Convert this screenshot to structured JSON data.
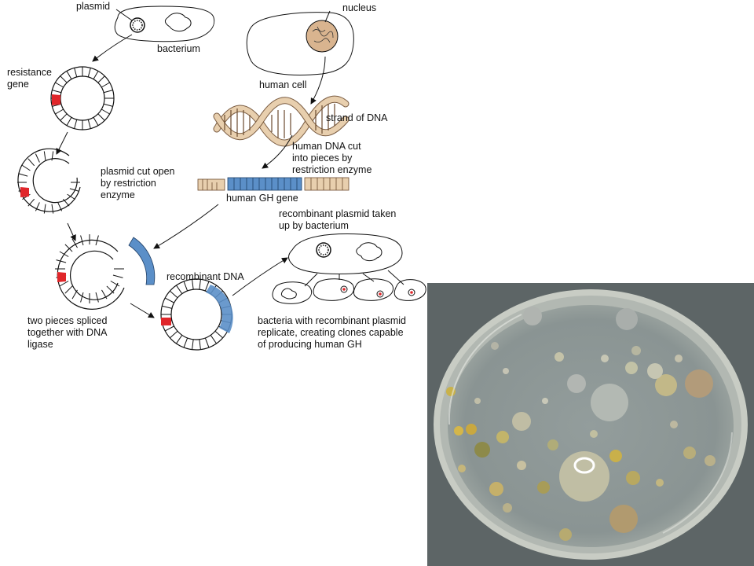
{
  "labels": {
    "plasmid": "plasmid",
    "bacterium": "bacterium",
    "nucleus": "nucleus",
    "human_cell": "human cell",
    "resistance_1": "resistance",
    "resistance_2": "gene",
    "strand_of_dna": "strand of DNA",
    "human_dna_cut_1": "human DNA cut",
    "human_dna_cut_2": "into pieces by",
    "human_dna_cut_3": "restriction enzyme",
    "plasmid_cut_1": "plasmid cut open",
    "plasmid_cut_2": "by restriction",
    "plasmid_cut_3": "enzyme",
    "human_gh_gene": "human GH gene",
    "recombinant_taken_1": "recombinant plasmid taken",
    "recombinant_taken_2": "up by bacterium",
    "recombinant_dna": "recombinant DNA",
    "two_pieces_1": "two pieces spliced",
    "two_pieces_2": "together with DNA",
    "two_pieces_3": "ligase",
    "bacteria_clones_1": "bacteria with recombinant plasmid",
    "bacteria_clones_2": "replicate, creating clones capable",
    "bacteria_clones_3": "of producing human GH"
  },
  "colors": {
    "resistance_gene": "#e0262a",
    "human_gh_gene": "#5b8fc8",
    "human_dna": "#e8cfae",
    "nucleus": "#d9b48f",
    "dish_agar": "#8c9796",
    "photo_background": "#5d6566"
  }
}
